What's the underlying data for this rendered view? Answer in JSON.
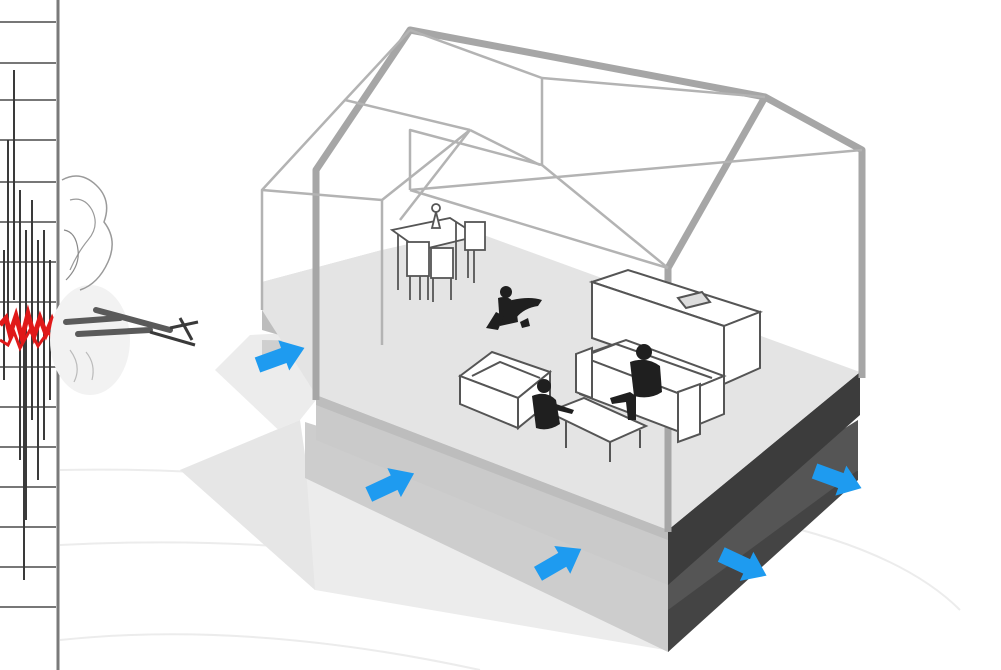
{
  "illustration": {
    "subject": "seismic-base-isolated-house",
    "colors": {
      "background": "#ffffff",
      "frame": "#a6a6a6",
      "floor": "#e4e4e4",
      "slab_side": "#d0d0d0",
      "isolator_dark": "#3c3c3c",
      "ground_shadow": "#ececec",
      "figures": "#1f1f1f",
      "arrows": "#1e9bf0",
      "seismograph_trace": "#3a3a3a",
      "seismograph_peak": "#e01919"
    },
    "icons": [
      "seismograph-strip",
      "earthquake-burst",
      "direction-arrow"
    ]
  }
}
